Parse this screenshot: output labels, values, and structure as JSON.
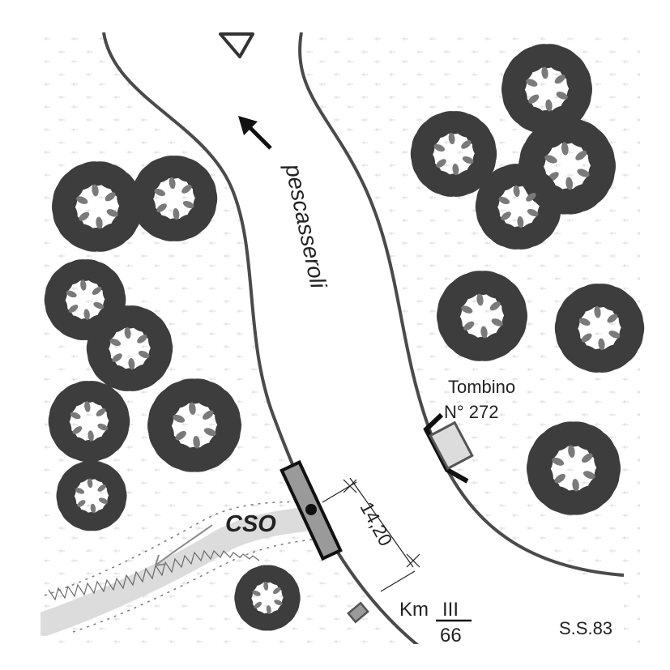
{
  "labels": {
    "road_name": "pescasseroli",
    "tombino_line1": "Tombino",
    "tombino_line2": "N° 272",
    "cso": "CSO",
    "width": "14,20",
    "km_prefix": "Km",
    "km_numerator": "III",
    "km_denominator": "66",
    "highway": "S.S.83"
  },
  "colors": {
    "background": "#ffffff",
    "terrain": "#f4f4f4",
    "tree_dark": "#3d3d3d",
    "tree_light": "#7a7a7a",
    "road_edge": "#4a4a4a",
    "stream": "#d8d8d8",
    "culvert": "#9a9a9a",
    "tombino": "#dcdcdc"
  },
  "icons": {
    "north": "triangle-marker-icon",
    "direction": "arrow-icon",
    "vegetation": "tree-icon"
  }
}
